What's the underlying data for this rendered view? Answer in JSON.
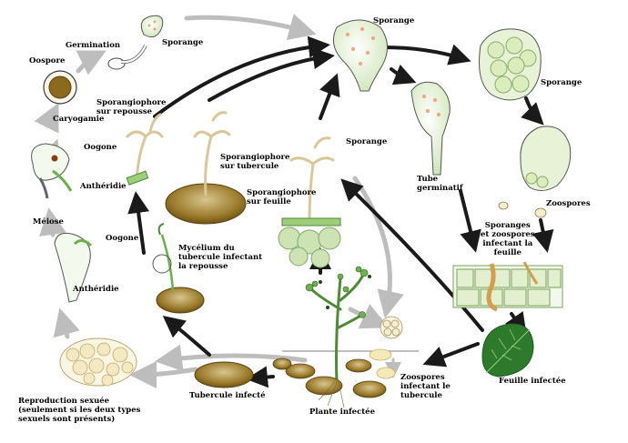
{
  "labels": {
    "oospore": "Oospore",
    "germination": "Germination",
    "sporange_top": "Sporange",
    "sporange_big": "Sporange",
    "sporange_right": "Sporange",
    "caryogamie": "Caryogamie",
    "oogone_1": "Oogone",
    "antheridie_1": "Anthéridie",
    "meiose": "Méiose",
    "oogone_2": "Oogone",
    "antheridie_2": "Anthéridie",
    "sporangiophore_repousse_1": "Sporangiophore",
    "sporangiophore_repousse_2": "sur repousse",
    "sporangiophore_tubercule_1": "Sporangiophore",
    "sporangiophore_tubercule_2": "sur tubercule",
    "sporange_mid": "Sporange",
    "sporangiophore_feuille_1": "Sporangiophore",
    "sporangiophore_feuille_2": "sur feuille",
    "tube_germinatif_1": "Tube",
    "tube_germinatif_2": "germinatif",
    "zoospores": "Zoospores",
    "sporanges_infectant_1": "Sporanges",
    "sporanges_infectant_2": "et zoospores",
    "sporanges_infectant_3": "infectant la",
    "sporanges_infectant_4": "feuille",
    "mycelium_1": "Mycélium du",
    "mycelium_2": "tubercule infectant",
    "mycelium_3": "la repousse",
    "feuille_infectee": "Feuille infectée",
    "zoospores_tubercule_1": "Zoospores",
    "zoospores_tubercule_2": "infectant le",
    "zoospores_tubercule_3": "tubercule",
    "tubercule_infecte": "Tubercule infecté",
    "plante_infectee": "Plante infectée",
    "reproduction_1": "Reproduction sexuée",
    "reproduction_2": "(seulement si les deux types",
    "reproduction_3": "sexuels sont présents)"
  },
  "colors": {
    "black_arrow": "#1a1a1a",
    "grey_arrow": "#bdbdbd",
    "plant_green": "#c5dca0",
    "spore_fill": "#e9f4dc",
    "spore_dot": "#f3a37b",
    "tuber_brown": "#8a6a1c",
    "stem_tan": "#d9c79a",
    "leaf_dark": "#1d5b20"
  }
}
